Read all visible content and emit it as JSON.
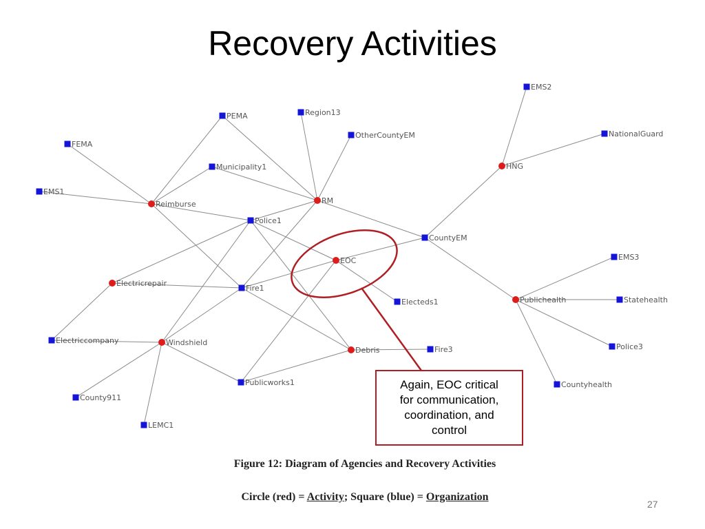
{
  "slide": {
    "title": "Recovery Activities",
    "page_number": "27"
  },
  "diagram": {
    "nodes": [
      {
        "id": "EMS2",
        "type": "organization"
      },
      {
        "id": "NationalGuard",
        "type": "organization"
      },
      {
        "id": "HNG",
        "type": "activity"
      },
      {
        "id": "Region13",
        "type": "organization"
      },
      {
        "id": "PEMA",
        "type": "organization"
      },
      {
        "id": "OtherCountyEM",
        "type": "organization"
      },
      {
        "id": "FEMA",
        "type": "organization"
      },
      {
        "id": "Municipality1",
        "type": "organization"
      },
      {
        "id": "EMS1",
        "type": "organization"
      },
      {
        "id": "Reimburse",
        "type": "activity"
      },
      {
        "id": "RM",
        "type": "activity"
      },
      {
        "id": "Police1",
        "type": "organization"
      },
      {
        "id": "CountyEM",
        "type": "organization"
      },
      {
        "id": "EOC",
        "type": "activity"
      },
      {
        "id": "EMS3",
        "type": "organization"
      },
      {
        "id": "Electricrepair",
        "type": "activity"
      },
      {
        "id": "Fire1",
        "type": "organization"
      },
      {
        "id": "Electeds1",
        "type": "organization"
      },
      {
        "id": "Publichealth",
        "type": "activity"
      },
      {
        "id": "Statehealth",
        "type": "organization"
      },
      {
        "id": "Electriccompany",
        "type": "organization"
      },
      {
        "id": "Windshield",
        "type": "activity"
      },
      {
        "id": "Debris",
        "type": "activity"
      },
      {
        "id": "Fire3",
        "type": "organization"
      },
      {
        "id": "Police3",
        "type": "organization"
      },
      {
        "id": "Publicworks1",
        "type": "organization"
      },
      {
        "id": "Countyhealth",
        "type": "organization"
      },
      {
        "id": "County911",
        "type": "organization"
      },
      {
        "id": "LEMC1",
        "type": "organization"
      }
    ],
    "edges": [
      [
        "EMS2",
        "HNG"
      ],
      [
        "NationalGuard",
        "HNG"
      ],
      [
        "HNG",
        "CountyEM"
      ],
      [
        "PEMA",
        "Reimburse"
      ],
      [
        "PEMA",
        "RM"
      ],
      [
        "FEMA",
        "Reimburse"
      ],
      [
        "EMS1",
        "Reimburse"
      ],
      [
        "Municipality1",
        "Reimburse"
      ],
      [
        "Municipality1",
        "RM"
      ],
      [
        "Region13",
        "RM"
      ],
      [
        "OtherCountyEM",
        "RM"
      ],
      [
        "Reimburse",
        "Police1"
      ],
      [
        "Reimburse",
        "Fire1"
      ],
      [
        "RM",
        "Police1"
      ],
      [
        "RM",
        "CountyEM"
      ],
      [
        "RM",
        "Fire1"
      ],
      [
        "Police1",
        "EOC"
      ],
      [
        "Police1",
        "Electricrepair"
      ],
      [
        "Police1",
        "Windshield"
      ],
      [
        "Police1",
        "Debris"
      ],
      [
        "CountyEM",
        "EOC"
      ],
      [
        "CountyEM",
        "Publichealth"
      ],
      [
        "EOC",
        "Fire1"
      ],
      [
        "EOC",
        "Electeds1"
      ],
      [
        "EOC",
        "Publicworks1"
      ],
      [
        "Electricrepair",
        "Fire1"
      ],
      [
        "Electricrepair",
        "Electriccompany"
      ],
      [
        "Fire1",
        "Windshield"
      ],
      [
        "Fire1",
        "Debris"
      ],
      [
        "Electriccompany",
        "Windshield"
      ],
      [
        "Windshield",
        "County911"
      ],
      [
        "Windshield",
        "LEMC1"
      ],
      [
        "Windshield",
        "Publicworks1"
      ],
      [
        "Publicworks1",
        "Debris"
      ],
      [
        "Debris",
        "Fire3"
      ],
      [
        "Publichealth",
        "EMS3"
      ],
      [
        "Publichealth",
        "Statehealth"
      ],
      [
        "Publichealth",
        "Police3"
      ],
      [
        "Publichealth",
        "Countyhealth"
      ]
    ]
  },
  "callout": {
    "text": "Again, EOC critical\nfor communication,\ncoordination, and\ncontrol",
    "border_color": "#b01e23"
  },
  "caption": "Figure 12: Diagram of Agencies and Recovery Activities",
  "legend": {
    "part1": "Circle (red) = ",
    "activity": "Activity",
    "part2": "; Square (blue) = ",
    "organization": "Organization"
  },
  "colors": {
    "activity_node": "#dd1c1c",
    "organization_node": "#1515d8",
    "edge": "#8a8a8a"
  }
}
